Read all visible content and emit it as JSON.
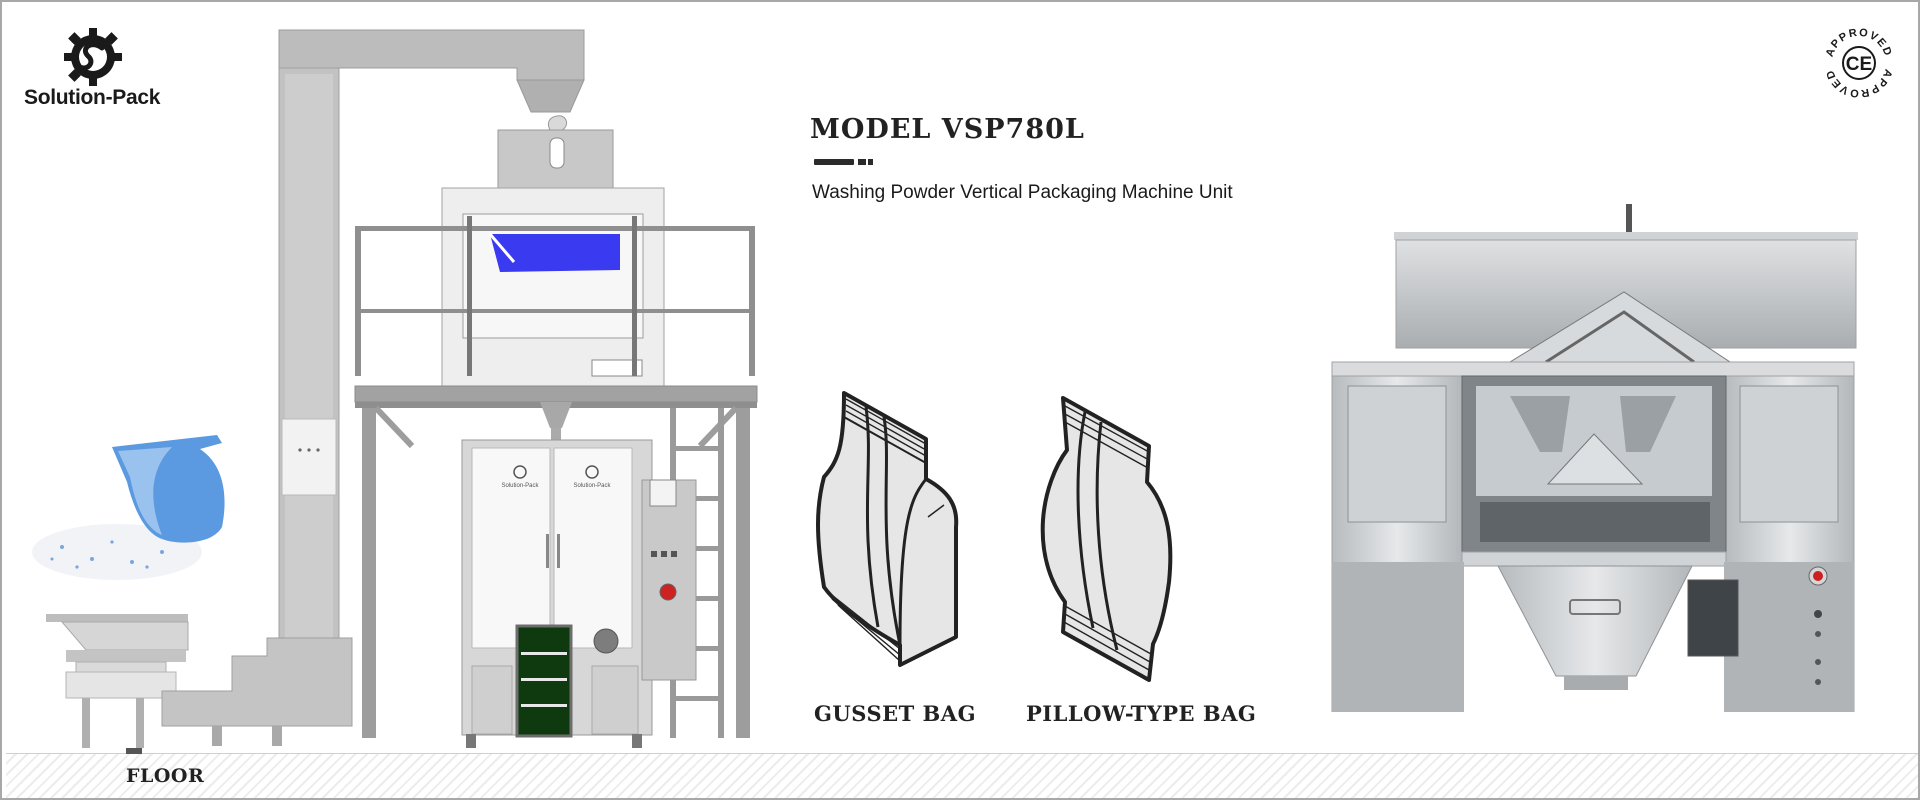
{
  "brand": {
    "name": "Solution-Pack",
    "door_logo_text": "Solution-Pack"
  },
  "certification": {
    "text": "APPROVED",
    "mark": "CE"
  },
  "header": {
    "model": "MODEL VSP780L",
    "subtitle": "Washing Powder Vertical Packaging Machine Unit"
  },
  "bags": [
    {
      "label": "GUSSET BAG"
    },
    {
      "label": "PILLOW-TYPE BAG"
    }
  ],
  "floor_label": "FLOOR",
  "colors": {
    "frame_gray": "#a9a9a9",
    "panel_light": "#efefef",
    "accent_blue": "#3a3af0",
    "steel": "#c9ccce",
    "conveyor_green": "#0f3a0f"
  },
  "icons": [
    "gear-logo-icon",
    "ce-approved-seal-icon",
    "emergency-stop-icon"
  ]
}
